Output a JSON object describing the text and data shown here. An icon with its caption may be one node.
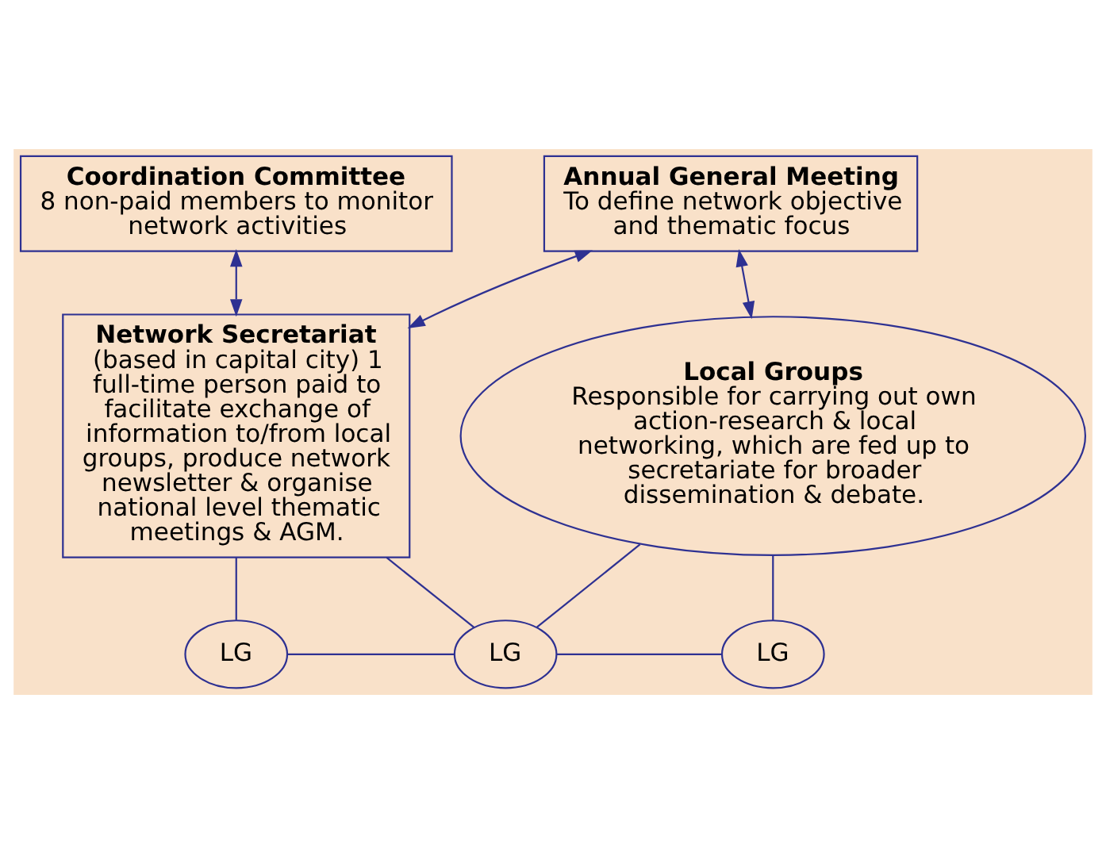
{
  "diagram": {
    "nodes": [
      {
        "text": [
          "Coordination Committee",
          "8 non-paid members to monitor network activities"
        ]
      },
      {
        "text": [
          "Annual General Meeting",
          "To define network objective and thematic focus"
        ]
      },
      {
        "text": [
          "Network Secretariat",
          "(based in capital city) 1 full-time person paid to facilitate exchange of information to/from local groups, produce network newsletter & organise national level thematic meetings & AGM."
        ]
      },
      {
        "text": [
          "Local Groups",
          "Responsible for carrying out own action-research & local networking, which are fed up to secretariate for broader dissemination & debate."
        ]
      },
      {
        "text": [
          "LG"
        ]
      },
      {
        "text": [
          "LG"
        ]
      },
      {
        "text": [
          "LG"
        ]
      }
    ],
    "edges": [
      {
        "from": 0,
        "to": 2,
        "arrow": "both"
      },
      {
        "from": 1,
        "to": 2,
        "arrow": "both"
      },
      {
        "from": 1,
        "to": 3,
        "arrow": "both"
      },
      {
        "from": 2,
        "to": 5,
        "arrow": "none"
      },
      {
        "from": 2,
        "to": 4,
        "arrow": "none"
      },
      {
        "from": 3,
        "to": 5,
        "arrow": "none"
      },
      {
        "from": 3,
        "to": 6,
        "arrow": "none"
      },
      {
        "from": 4,
        "to": 5,
        "arrow": "none"
      },
      {
        "from": 5,
        "to": 6,
        "arrow": "none"
      }
    ]
  }
}
